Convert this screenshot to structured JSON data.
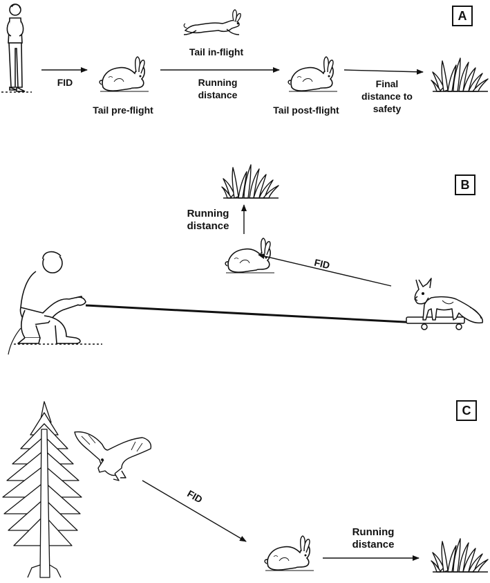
{
  "panels": {
    "a": {
      "letter": "A",
      "fid_label": "FID",
      "tail_pre_flight": "Tail pre-flight",
      "tail_in_flight": "Tail in-flight",
      "running_distance_line1": "Running",
      "running_distance_line2": "distance",
      "tail_post_flight": "Tail post-flight",
      "final_distance_line1": "Final",
      "final_distance_line2": "distance to",
      "final_distance_line3": "safety"
    },
    "b": {
      "letter": "B",
      "running_distance_line1": "Running",
      "running_distance_line2": "distance",
      "fid_label": "FID"
    },
    "c": {
      "letter": "C",
      "fid_label": "FID",
      "running_distance_line1": "Running",
      "running_distance_line2": "distance"
    }
  },
  "icons": [
    "standing-person-icon",
    "hare-icon",
    "leaping-hare-icon",
    "grass-tuft-icon",
    "crouching-person-icon",
    "fox-on-cart-icon",
    "pine-tree-icon",
    "eagle-icon"
  ]
}
